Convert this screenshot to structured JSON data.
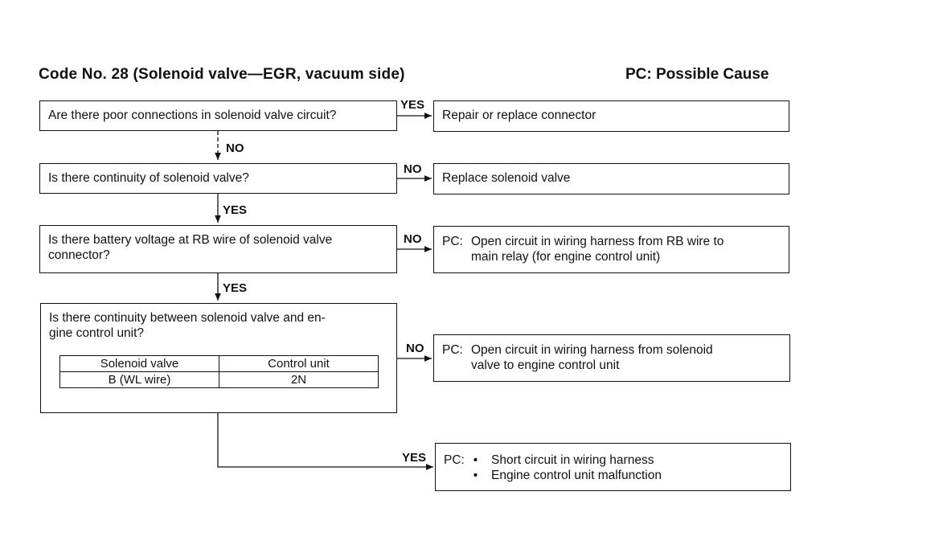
{
  "header": {
    "title": "Code No. 28 (Solenoid valve—EGR, vacuum side)",
    "legend": "PC: Possible Cause"
  },
  "steps": [
    {
      "question": "Are there poor connections in solenoid valve circuit?",
      "branch_label": "YES",
      "result": "Repair or replace connector",
      "next_label": "NO"
    },
    {
      "question": "Is there continuity of solenoid valve?",
      "branch_label": "NO",
      "result": "Replace solenoid valve",
      "next_label": "YES"
    },
    {
      "question_line1": "Is there battery voltage at RB wire of solenoid valve",
      "question_line2": "connector?",
      "branch_label": "NO",
      "pc_prefix": "PC:",
      "result_line1": "Open circuit in wiring harness from RB wire to",
      "result_line2": "main relay (for engine control unit)",
      "next_label": "YES"
    },
    {
      "question_line1": "Is there continuity between solenoid valve and en-",
      "question_line2": "gine control unit?",
      "table": {
        "headers": [
          "Solenoid valve",
          "Control unit"
        ],
        "row": [
          "B (WL wire)",
          "2N"
        ]
      },
      "branch_label": "NO",
      "pc_prefix": "PC:",
      "result_line1": "Open circuit in wiring harness from solenoid",
      "result_line2": "valve to engine control unit"
    }
  ],
  "final": {
    "branch_label": "YES",
    "pc_prefix": "PC:",
    "causes": [
      "Short circuit in wiring harness",
      "Engine control unit malfunction"
    ],
    "bullet": "•"
  }
}
